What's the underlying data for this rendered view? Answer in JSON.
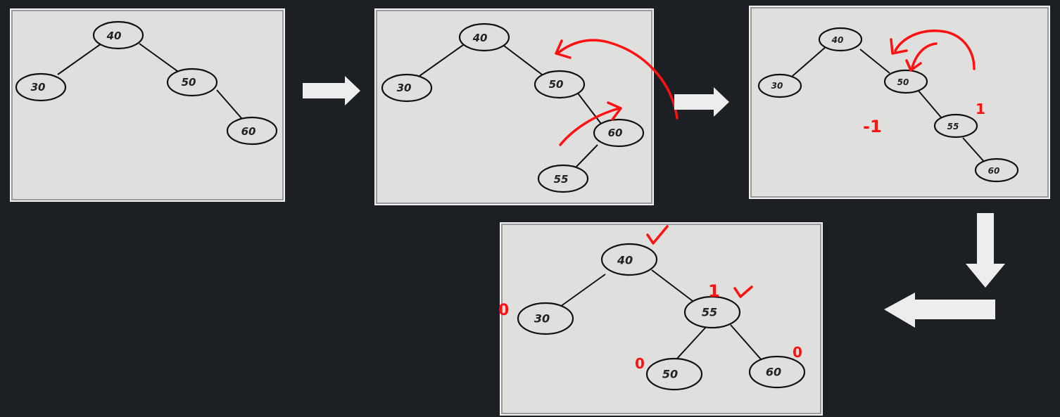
{
  "panels": [
    {
      "nodes": [
        {
          "label": "40"
        },
        {
          "label": "30"
        },
        {
          "label": "50"
        },
        {
          "label": "60"
        }
      ]
    },
    {
      "nodes": [
        {
          "label": "40"
        },
        {
          "label": "30"
        },
        {
          "label": "50"
        },
        {
          "label": "60"
        },
        {
          "label": "55"
        }
      ]
    },
    {
      "nodes": [
        {
          "label": "40"
        },
        {
          "label": "30"
        },
        {
          "label": "50"
        },
        {
          "label": "55"
        },
        {
          "label": "60"
        }
      ],
      "annotations": {
        "balance_left": "-1",
        "balance_right": "1"
      }
    },
    {
      "nodes": [
        {
          "label": "40"
        },
        {
          "label": "30"
        },
        {
          "label": "55"
        },
        {
          "label": "50"
        },
        {
          "label": "60"
        }
      ],
      "annotations": {
        "bf_30": "0",
        "bf_55": "1",
        "bf_50": "0",
        "bf_60": "0"
      }
    }
  ],
  "colors": {
    "background": "#1c1f23",
    "panel": "#dfe0de",
    "ink": "#ff1111",
    "arrow": "#ededed"
  }
}
